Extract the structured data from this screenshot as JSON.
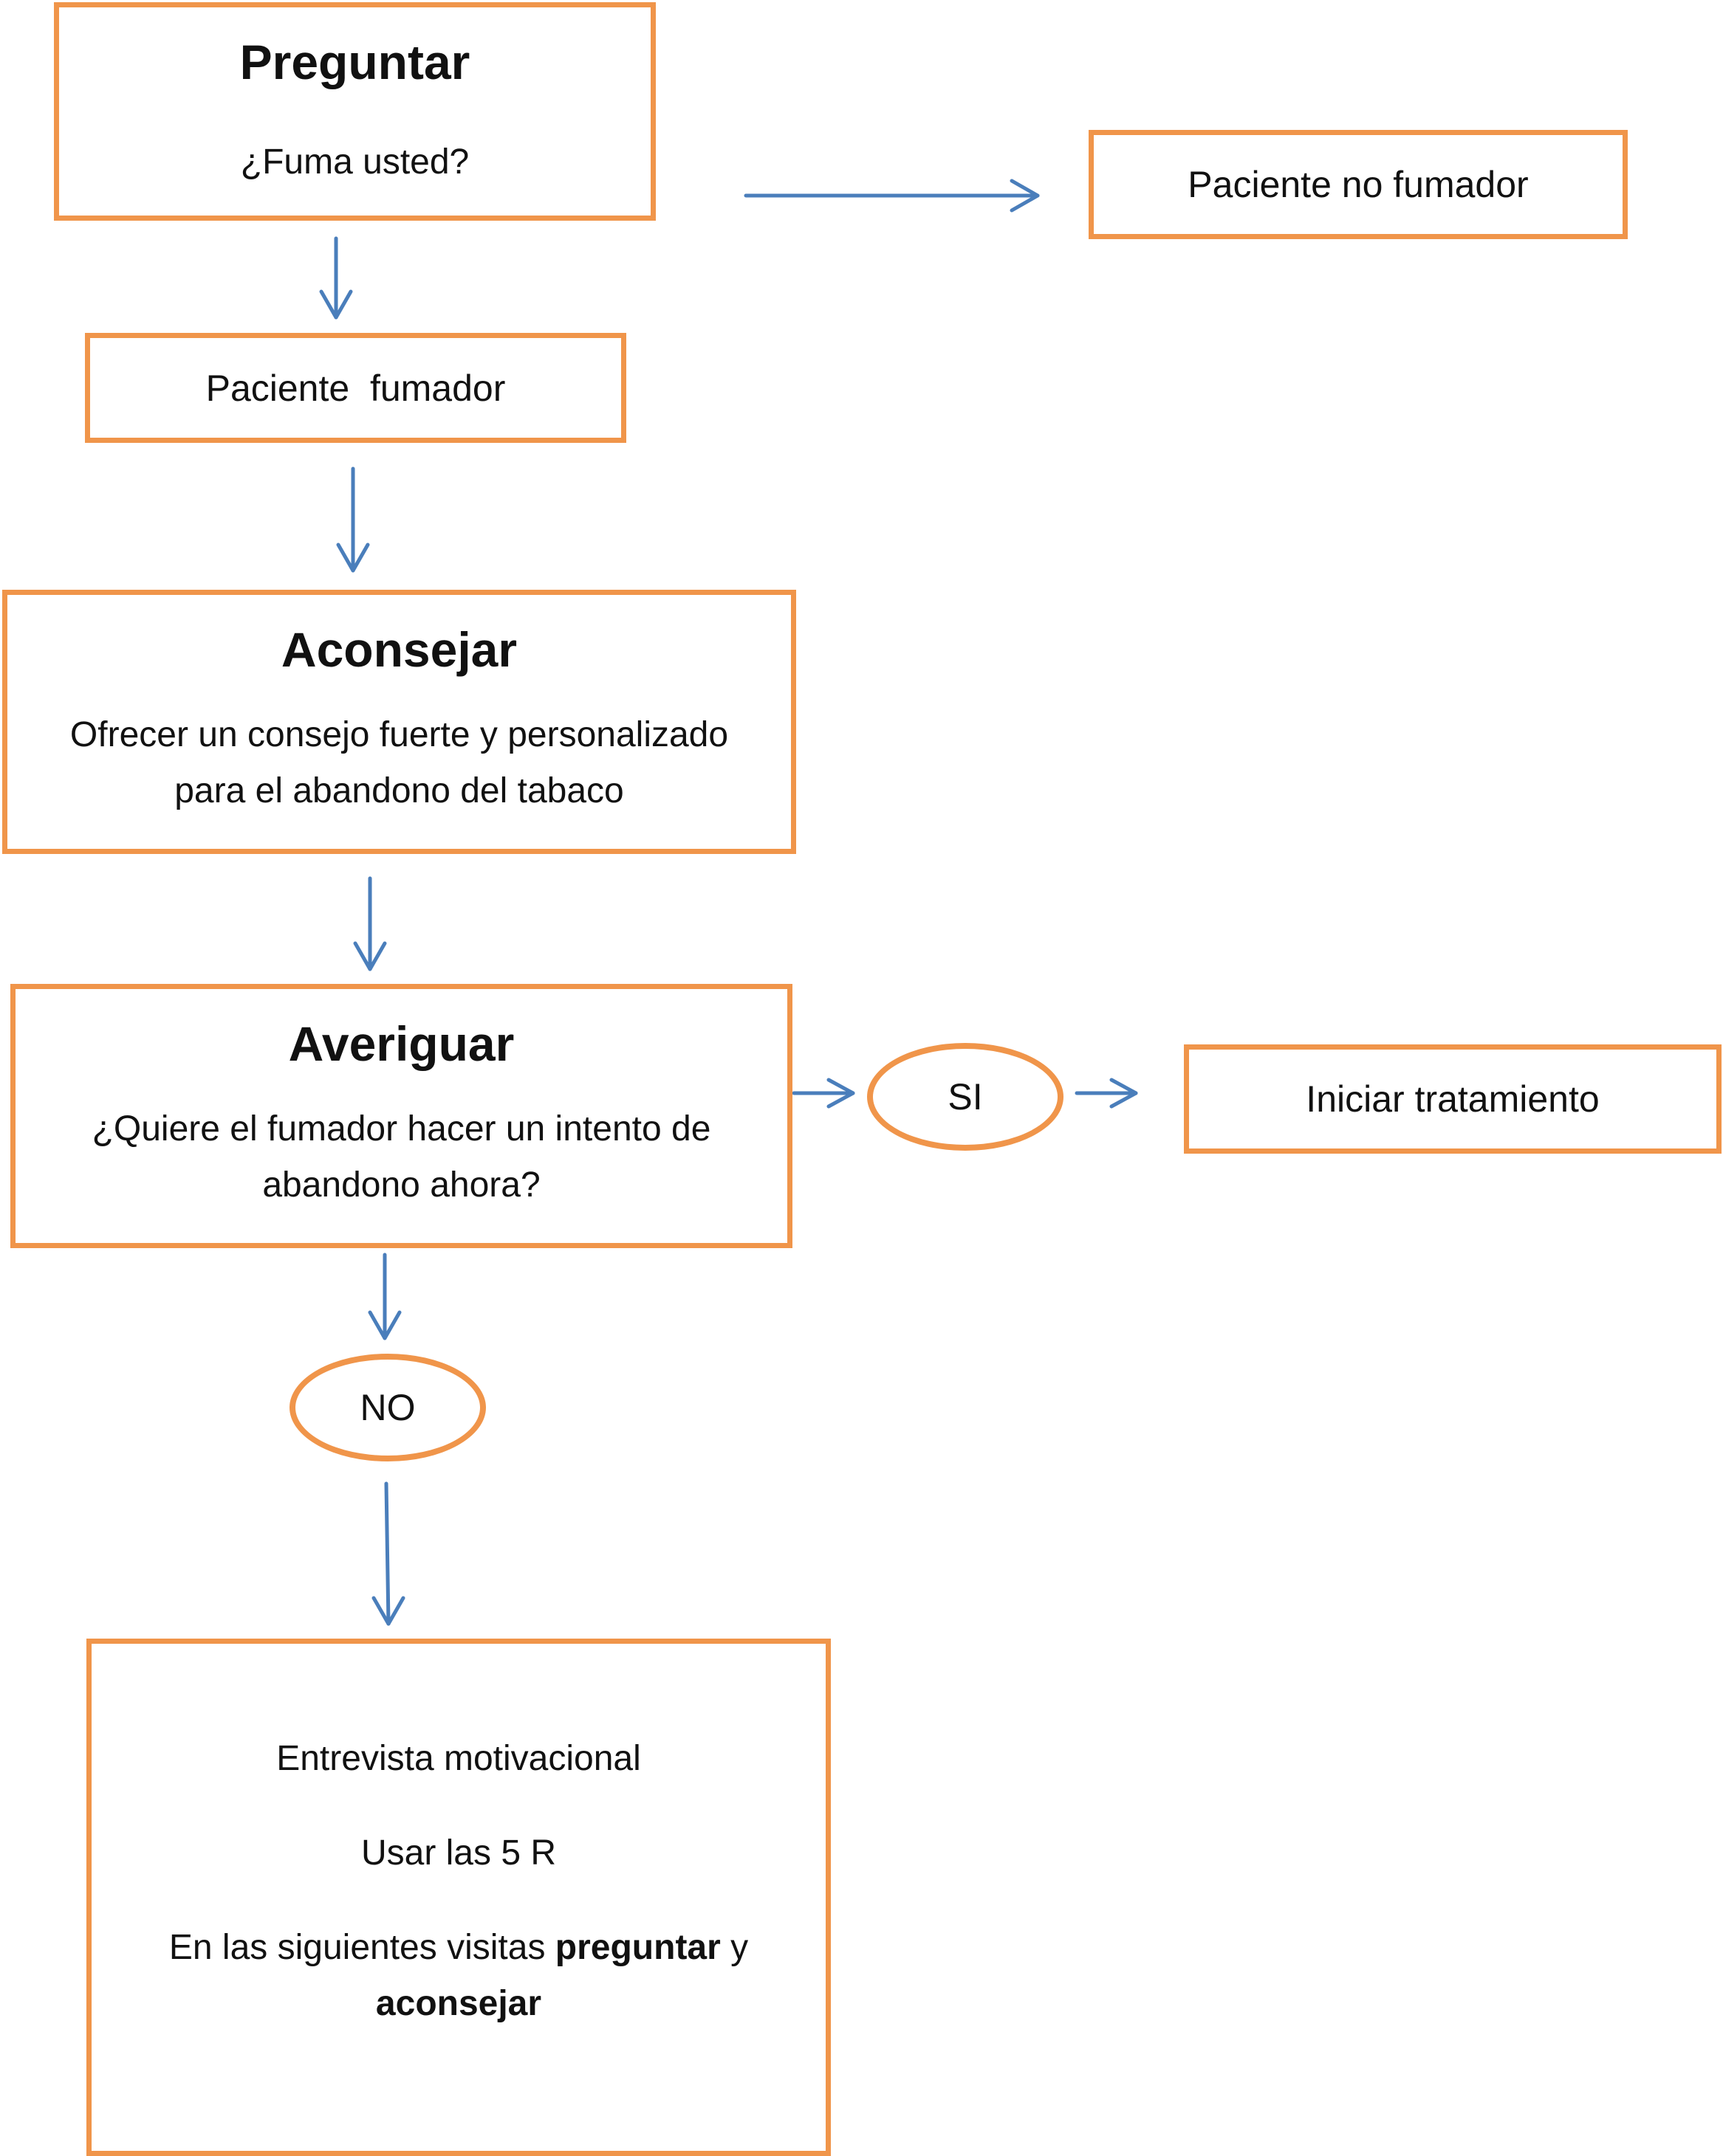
{
  "preguntar": {
    "title": "Preguntar",
    "question": "¿Fuma usted?"
  },
  "no_fumador": {
    "label": "Paciente no fumador"
  },
  "fumador": {
    "label": "Paciente  fumador"
  },
  "aconsejar": {
    "title": "Aconsejar",
    "line1": "Ofrecer un consejo fuerte y personalizado",
    "line2": "para el abandono del tabaco"
  },
  "averiguar": {
    "title": "Averiguar",
    "line1": "¿Quiere el fumador hacer un intento de",
    "line2": "abandono ahora?"
  },
  "si": {
    "label": "SI"
  },
  "iniciar": {
    "label": "Iniciar tratamiento"
  },
  "no": {
    "label": "NO"
  },
  "final": {
    "line1": "Entrevista motivacional",
    "line2": "Usar las 5 R",
    "line3_pre": "En las siguientes visitas ",
    "line3_bold": "preguntar",
    "line3_post": " y",
    "line4_bold": "aconsejar"
  },
  "colors": {
    "box_border": "#f0954a",
    "arrow": "#4a7ebb"
  }
}
